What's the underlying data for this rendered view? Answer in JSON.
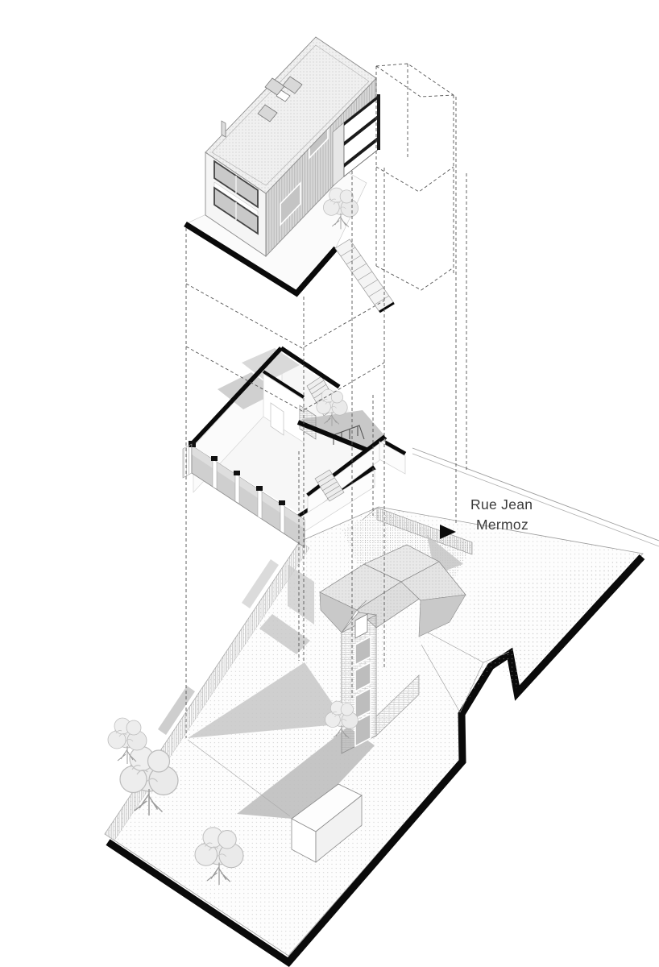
{
  "street": {
    "label_line1": "Rue Jean",
    "label_line2": "Mermoz",
    "direction": "right"
  },
  "palette": {
    "background": "#ffffff",
    "ink": "#0a0a0a",
    "line_gray": "#8a8a8a",
    "shadow_gray": "#c4c4c4",
    "glass_gray": "#cfcfcf",
    "roof_gray": "#ececec",
    "label_text": "#3a3a3a"
  },
  "icons": {
    "street_direction": "right-arrow"
  }
}
